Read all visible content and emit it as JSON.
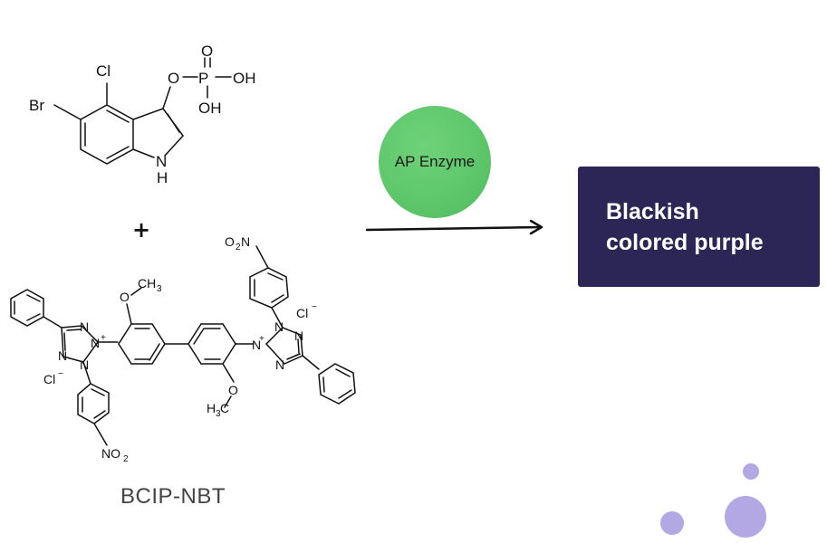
{
  "bcip": {
    "cl": "Cl",
    "br": "Br",
    "o_ester": "O",
    "p": "P",
    "o_double": "O",
    "oh1": "OH",
    "oh2": "OH",
    "nh_n": "N",
    "nh_h": "H"
  },
  "plus_sign": "+",
  "nbt": {
    "methoxy_top_o": "O",
    "methoxy_top_ch": "CH",
    "methoxy_top_sub": "3",
    "methoxy_bottom_o": "O",
    "methoxy_bottom_h": "H",
    "methoxy_bottom_sub": "3",
    "methoxy_bottom_c": "C",
    "nitro_top_o": "O",
    "nitro_top_sub": "2",
    "nitro_top_n": "N",
    "nitro_bottom_n": "NO",
    "nitro_bottom_sub": "2",
    "n_label": "N",
    "plus": "+",
    "cl_left": "Cl",
    "cl_right": "Cl",
    "minus": "−"
  },
  "caption": "BCIP-NBT",
  "enzyme": {
    "label": "AP Enzyme",
    "color": "#5dc66a"
  },
  "result": {
    "text": "Blackish\ncolored purple",
    "bg": "#2c2656"
  },
  "decor_color": "#b3a8e4"
}
